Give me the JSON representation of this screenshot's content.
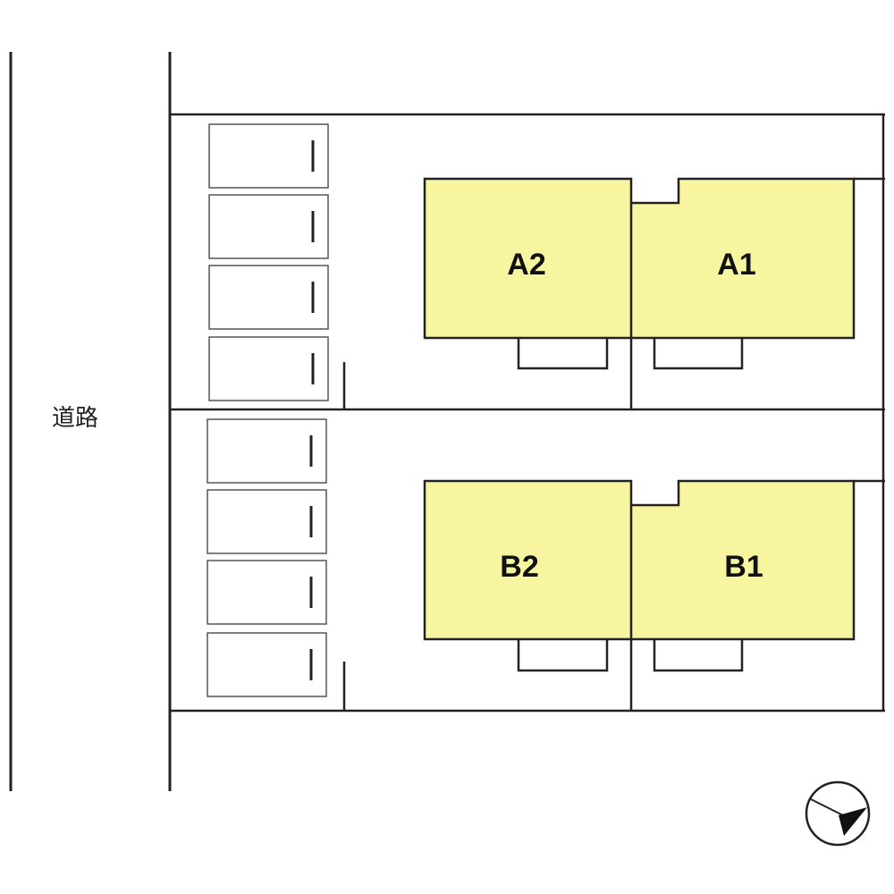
{
  "road": {
    "label": "道路"
  },
  "buildings": [
    {
      "id": "A2",
      "label": "A2"
    },
    {
      "id": "A1",
      "label": "A1"
    },
    {
      "id": "B2",
      "label": "B2"
    },
    {
      "id": "B1",
      "label": "B1"
    }
  ],
  "parking": {
    "upper_lot_spaces": 4,
    "lower_lot_spaces": 4
  },
  "colors": {
    "building_fill": "#f7f5a0",
    "line": "#222222",
    "background": "#ffffff"
  },
  "compass": {
    "name": "north-arrow-icon"
  }
}
